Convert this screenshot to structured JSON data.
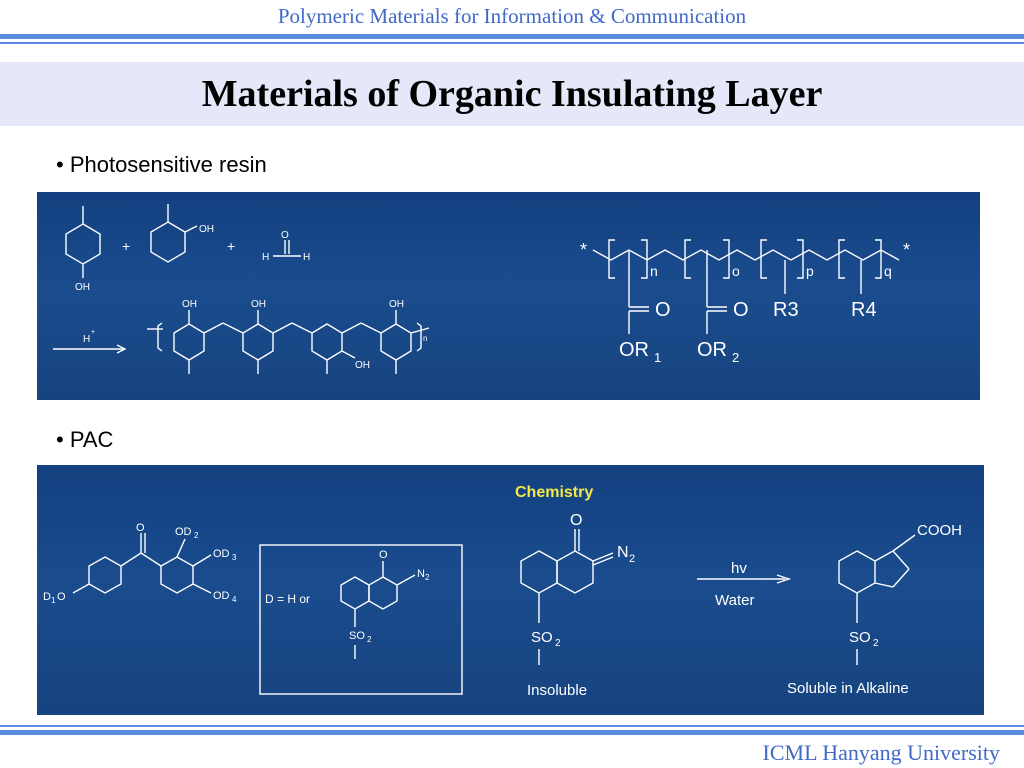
{
  "header": {
    "course_title": "Polymeric Materials for Information & Communication"
  },
  "slide": {
    "title": "Materials of Organic Insulating Layer"
  },
  "sections": [
    {
      "bullet": "• Photosensitive resin"
    },
    {
      "bullet": "• PAC"
    }
  ],
  "resin_panel": {
    "reactant_labels": [
      "OH",
      "OH",
      "O",
      "H",
      "H"
    ],
    "plus": "+",
    "catalyst": "H",
    "catalyst_sup": "+",
    "novolak_oh": [
      "OH",
      "OH",
      "OH",
      "OH"
    ],
    "novolak_n": "n",
    "acrylic": {
      "star": "*",
      "n": "n",
      "o": "o",
      "p": "p",
      "q": "q",
      "carbonyl_o": "O",
      "or1": "OR",
      "or1_sub": "1",
      "or2": "OR",
      "or2_sub": "2",
      "r3": "R3",
      "r4": "R4"
    }
  },
  "pac_panel": {
    "heading": "Chemistry",
    "benzophenone": {
      "o": "O",
      "od2": "OD",
      "od2_sub": "2",
      "od3": "OD",
      "od3_sub": "3",
      "od4": "OD",
      "od4_sub": "4",
      "d1o": "D",
      "d1o_sub": "1",
      "d1o_tail": "O"
    },
    "box": {
      "definition": "D =  H   or",
      "o": "O",
      "n2": "N",
      "n2_sub": "2",
      "so2": "SO",
      "so2_sub": "2"
    },
    "reactant": {
      "o": "O",
      "n2": "N",
      "n2_sub": "2",
      "so2": "SO",
      "so2_sub": "2",
      "caption": "Insoluble"
    },
    "arrow_top": "hv",
    "arrow_bottom": "Water",
    "product": {
      "cooh": "COOH",
      "so2": "SO",
      "so2_sub": "2",
      "caption": "Soluble in Alkaline"
    }
  },
  "footer": {
    "institution": "ICML Hanyang University"
  },
  "colors": {
    "accent": "#4169c8",
    "panel": "#1a4c8e",
    "highlight": "#f2e84a"
  }
}
